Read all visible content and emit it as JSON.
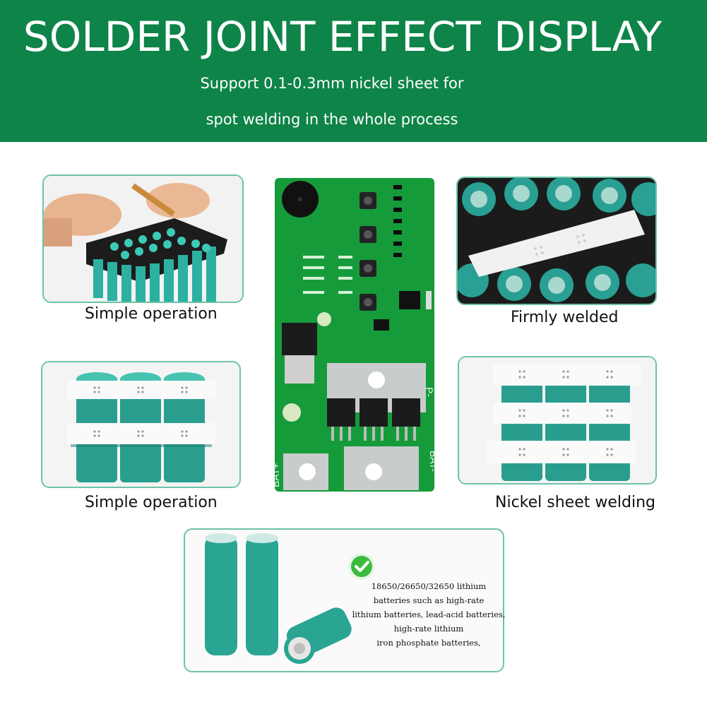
{
  "header": {
    "title": "SOLDER JOINT EFFECT DISPLAY",
    "subtitle_line1": "Support 0.1-0.3mm nickel sheet for",
    "subtitle_line2": "spot welding in the whole process"
  },
  "panels": {
    "top_left_caption": "Simple operation",
    "top_right_caption": "Firmly welded",
    "mid_left_caption": "Simple operation",
    "mid_right_caption": "Nickel sheet welding"
  },
  "board": {
    "bat_plus": "BAT+",
    "bat_minus": "BAT-",
    "p_minus": "P-"
  },
  "note_lines": [
    "18650/26650/32650 lithium",
    "batteries such as high-rate",
    "lithium batteries, lead-acid batteries,",
    "high-rate lithium",
    "iron phosphate batteries,"
  ],
  "colors": {
    "brand_green": "#0e8448",
    "panel_border": "#6cc3a6",
    "battery_teal": "#2aa594",
    "pcb_green": "#169b3b",
    "check_green": "#3dbb3f"
  }
}
